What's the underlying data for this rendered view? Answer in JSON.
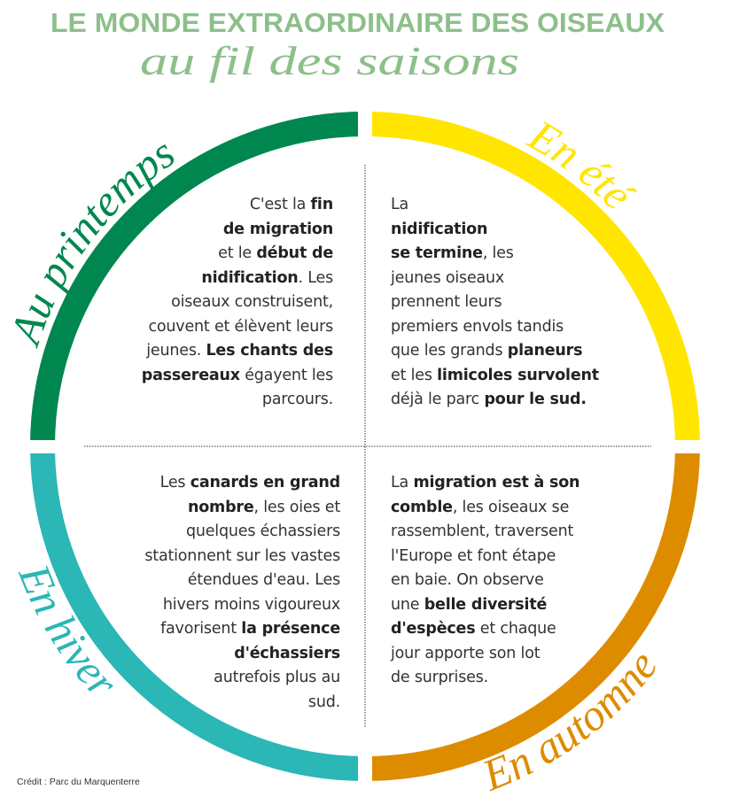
{
  "title": "LE MONDE EXTRAORDINAIRE DES OISEAUX",
  "subtitle": "au fil des saisons",
  "colors": {
    "title": "#8dbf8b",
    "spring": "#00874f",
    "summer": "#ffe500",
    "winter": "#2ab7b5",
    "autumn": "#dd8c00",
    "text": "#333333"
  },
  "seasons": [
    {
      "label": "Au printemps",
      "lines": [
        [
          {
            "t": "C'est la "
          },
          {
            "t": "fin",
            "b": true
          }
        ],
        [
          {
            "t": "de migration",
            "b": true
          }
        ],
        [
          {
            "t": "et le "
          },
          {
            "t": "début de",
            "b": true
          }
        ],
        [
          {
            "t": "nidification",
            "b": true
          },
          {
            "t": ". Les"
          }
        ],
        [
          {
            "t": "oiseaux construisent,"
          }
        ],
        [
          {
            "t": "couvent et élèvent leurs"
          }
        ],
        [
          {
            "t": "jeunes. "
          },
          {
            "t": "Les chants des",
            "b": true
          }
        ],
        [
          {
            "t": "passereaux",
            "b": true
          },
          {
            "t": " égayent les"
          }
        ],
        [
          {
            "t": "parcours."
          }
        ]
      ]
    },
    {
      "label": "En été",
      "lines": [
        [
          {
            "t": "La"
          }
        ],
        [
          {
            "t": "nidification",
            "b": true
          }
        ],
        [
          {
            "t": "se termine",
            "b": true
          },
          {
            "t": ", les"
          }
        ],
        [
          {
            "t": "jeunes oiseaux"
          }
        ],
        [
          {
            "t": "prennent leurs"
          }
        ],
        [
          {
            "t": "premiers envols tandis"
          }
        ],
        [
          {
            "t": "que les grands "
          },
          {
            "t": "planeurs",
            "b": true
          }
        ],
        [
          {
            "t": "et les "
          },
          {
            "t": "limicoles survolent",
            "b": true
          }
        ],
        [
          {
            "t": "déjà le parc "
          },
          {
            "t": "pour le sud.",
            "b": true
          }
        ]
      ]
    },
    {
      "label": "En hiver",
      "lines": [
        [
          {
            "t": "Les "
          },
          {
            "t": "canards en grand",
            "b": true
          }
        ],
        [
          {
            "t": "nombre",
            "b": true
          },
          {
            "t": ", les oies et"
          }
        ],
        [
          {
            "t": "quelques échassiers"
          }
        ],
        [
          {
            "t": "stationnent sur les vastes"
          }
        ],
        [
          {
            "t": "étendues d'eau. Les"
          }
        ],
        [
          {
            "t": "hivers moins vigoureux"
          }
        ],
        [
          {
            "t": "favorisent "
          },
          {
            "t": "la présence",
            "b": true
          }
        ],
        [
          {
            "t": "d'échassiers",
            "b": true
          }
        ],
        [
          {
            "t": "autrefois plus au"
          }
        ],
        [
          {
            "t": "sud."
          }
        ]
      ]
    },
    {
      "label": "En automne",
      "lines": [
        [
          {
            "t": "La "
          },
          {
            "t": "migration est à son",
            "b": true
          }
        ],
        [
          {
            "t": "comble",
            "b": true
          },
          {
            "t": ", les oiseaux se"
          }
        ],
        [
          {
            "t": "rassemblent, traversent"
          }
        ],
        [
          {
            "t": "l'Europe et font étape"
          }
        ],
        [
          {
            "t": "en baie. On observe"
          }
        ],
        [
          {
            "t": "une "
          },
          {
            "t": "belle diversité",
            "b": true
          }
        ],
        [
          {
            "t": "d'espèces",
            "b": true
          },
          {
            "t": " et chaque"
          }
        ],
        [
          {
            "t": "jour apporte son lot"
          }
        ],
        [
          {
            "t": "de surprises."
          }
        ]
      ]
    }
  ],
  "credit": "Crédit : Parc du Marquenterre"
}
